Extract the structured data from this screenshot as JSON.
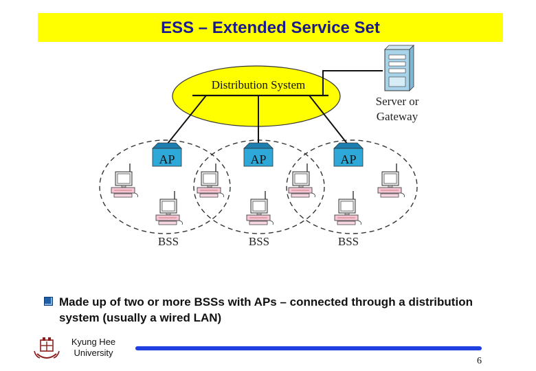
{
  "slide": {
    "title": "ESS – Extended Service Set",
    "bullet": "Made up of two or more BSSs with APs – connected through a distribution system (usually a wired LAN)",
    "university_line1": "Kyung Hee",
    "university_line2": "University",
    "page_number": "6"
  },
  "diagram": {
    "distribution_label": "Distribution System",
    "server_label_line1": "Server or",
    "server_label_line2": "Gateway",
    "ap_label": "AP",
    "bss_label": "BSS"
  },
  "colors": {
    "title_bg": "#ffff00",
    "title_text": "#1a1a8c",
    "ellipse_fill": "#ffff00",
    "ap_fill": "#2ea8d8",
    "footer_line": "#1f3fe0"
  }
}
